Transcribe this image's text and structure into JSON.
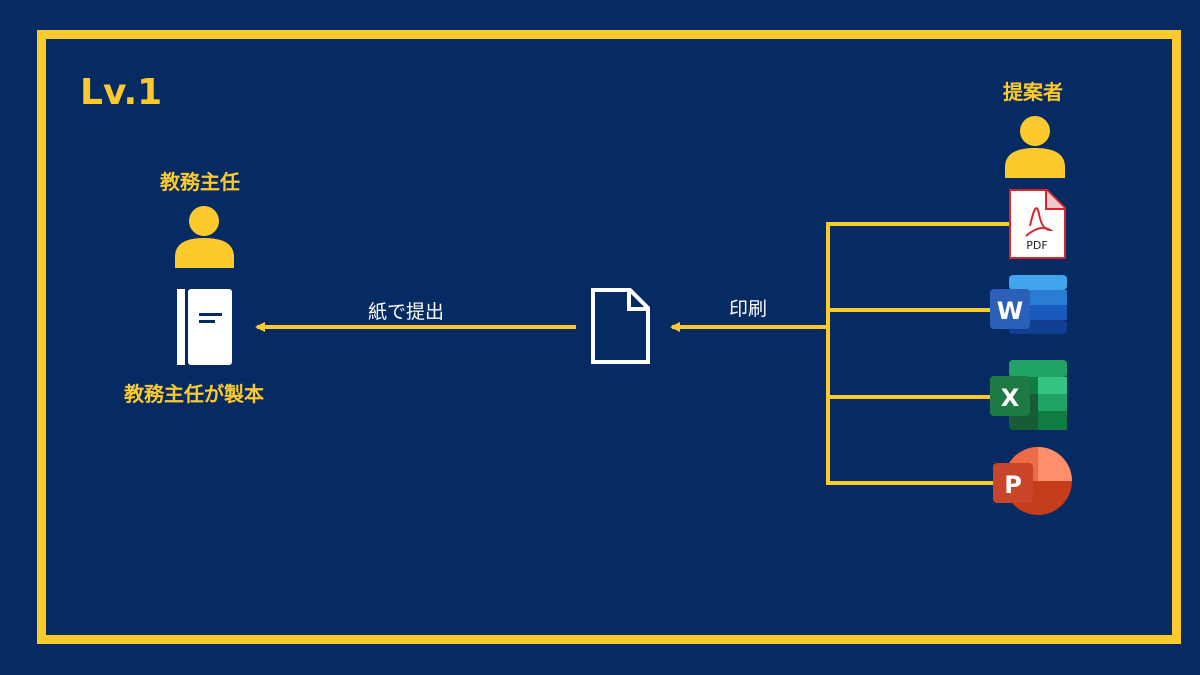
{
  "level_label": "Lv.1",
  "actors": {
    "teacher": {
      "label": "教務主任",
      "icon": "person-icon"
    },
    "proposer": {
      "label": "提案者",
      "icon": "person-icon"
    }
  },
  "result_label": "教務主任が製本",
  "edges": {
    "submit_paper": "紙で提出",
    "print": "印刷"
  },
  "file_types": [
    {
      "name": "pdf",
      "text": "PDF",
      "icon": "pdf-file-icon"
    },
    {
      "name": "word",
      "text": "W",
      "icon": "word-icon"
    },
    {
      "name": "excel",
      "text": "X",
      "icon": "excel-icon"
    },
    {
      "name": "powerpoint",
      "text": "P",
      "icon": "powerpoint-icon"
    }
  ],
  "colors": {
    "background": "#062a62",
    "accent": "#fdca2e",
    "document": "#ffffff",
    "pdf_red": "#d9252a",
    "word_blue": "#2b5fb8",
    "excel_green": "#1d7a43",
    "powerpoint_orange": "#c9452a"
  }
}
